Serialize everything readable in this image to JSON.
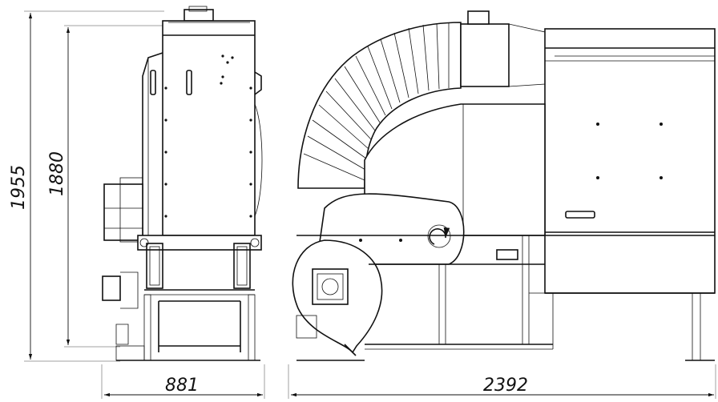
{
  "dimensions": {
    "overall_height": "1955",
    "body_height": "1880",
    "side_width": "881",
    "front_length": "2392"
  }
}
